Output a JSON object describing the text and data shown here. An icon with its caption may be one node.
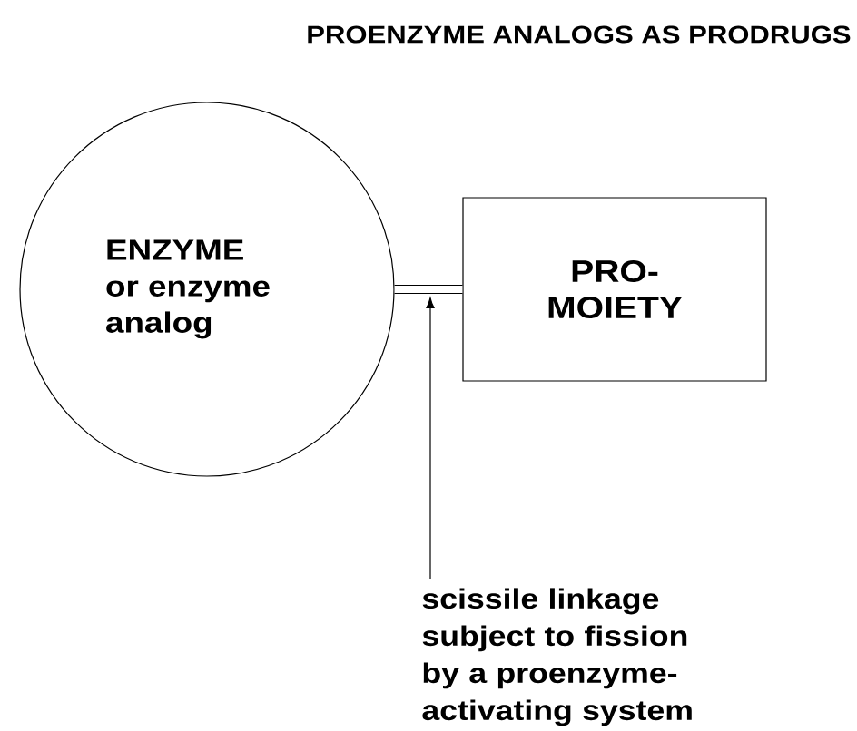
{
  "diagram": {
    "title": "PROENZYME ANALOGS AS PRODRUGS",
    "nodes": [
      {
        "text": [
          "ENZYME",
          "or enzyme analog"
        ]
      },
      {
        "text": [
          "PRO- MOIETY"
        ]
      },
      {
        "text": [
          "scissile linkage subject to fission by a proenzyme- activating system"
        ]
      }
    ],
    "edges": [
      {
        "from": 0,
        "to": 1,
        "arrow": "none",
        "style": "thick"
      },
      {
        "from": 2,
        "to": null,
        "arrow": "to"
      }
    ]
  }
}
